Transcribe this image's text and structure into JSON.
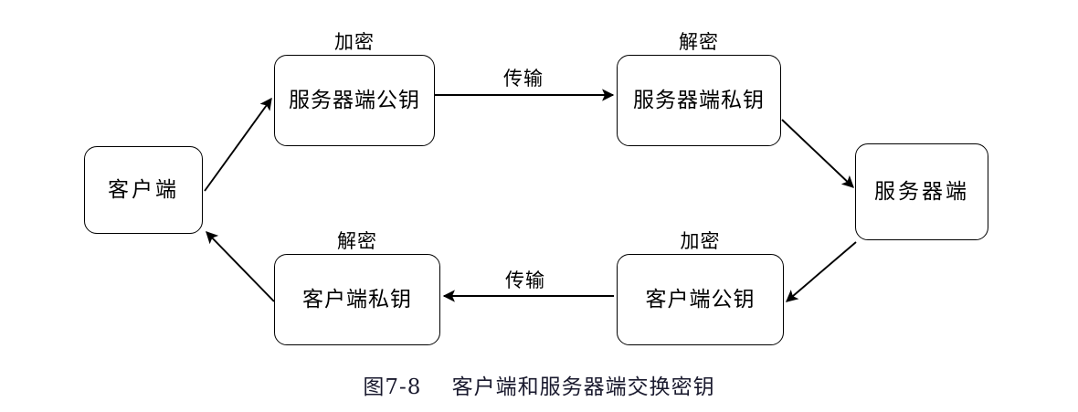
{
  "figure": {
    "caption": "图7-8    客户端和服务器端交换密钥",
    "caption_number": "图7-8",
    "caption_text": "客户端和服务器端交换密钥"
  },
  "nodes": {
    "client": {
      "label": "客户端"
    },
    "server_public_key": {
      "label": "服务器端公钥",
      "tag": "加密"
    },
    "server_private_key": {
      "label": "服务器端私钥",
      "tag": "解密"
    },
    "server": {
      "label": "服务器端"
    },
    "client_public_key": {
      "label": "客户端公钥",
      "tag": "加密"
    },
    "client_private_key": {
      "label": "客户端私钥",
      "tag": "解密"
    }
  },
  "edges": {
    "top_transfer": {
      "label": "传输"
    },
    "bottom_transfer": {
      "label": "传输"
    }
  },
  "colors": {
    "stroke": "#000000",
    "background": "#ffffff",
    "caption": "#1a1a2e"
  }
}
